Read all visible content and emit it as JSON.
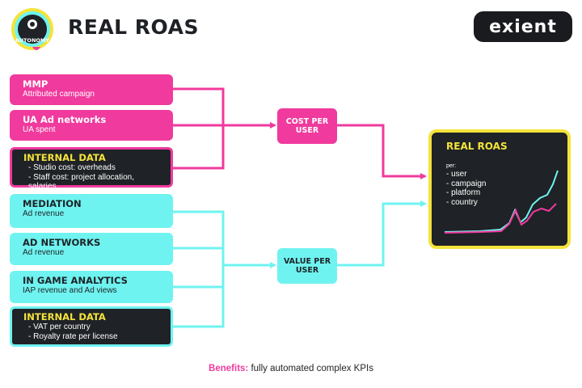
{
  "header": {
    "title": "REAL ROAS",
    "left_logo_text": "AUTONOMY",
    "right_logo_text": "exient"
  },
  "inputs": {
    "mmp": {
      "title": "MMP",
      "subtitle": "Attributed campaign"
    },
    "ua_ad_networks": {
      "title": "UA Ad networks",
      "subtitle": "UA spent"
    },
    "internal_costs": {
      "title": "INTERNAL DATA",
      "items": [
        "-  Studio cost: overheads",
        "-  Staff cost: project allocation, salaries"
      ]
    },
    "mediation": {
      "title": "MEDIATION",
      "subtitle": "Ad revenue"
    },
    "ad_networks": {
      "title": "AD NETWORKS",
      "subtitle": "Ad revenue"
    },
    "in_game_analytics": {
      "title": "IN GAME ANALYTICS",
      "subtitle": "IAP revenue and Ad views"
    },
    "internal_revenue": {
      "title": "INTERNAL DATA",
      "items": [
        "-  VAT per country",
        "-  Royalty rate per license"
      ]
    }
  },
  "middle": {
    "cost_per_user": {
      "line1": "COST PER",
      "line2": "USER"
    },
    "value_per_user": {
      "line1": "VALUE PER",
      "line2": "USER"
    }
  },
  "output": {
    "title": "REAL ROAS",
    "per_label": "per:",
    "items": [
      "- user",
      "- campaign",
      "- platform",
      "- country"
    ]
  },
  "benefits": {
    "label": "Benefits:",
    "text": "fully automated complex KPIs"
  },
  "colors": {
    "pink": "#f03a9d",
    "cyan": "#6ff3f0",
    "dark": "#1f2226",
    "yellow": "#f4e33b"
  },
  "icons": {
    "arrow": "arrow-right-icon",
    "logo": "autonomy-logo",
    "brand": "exient-logo"
  }
}
